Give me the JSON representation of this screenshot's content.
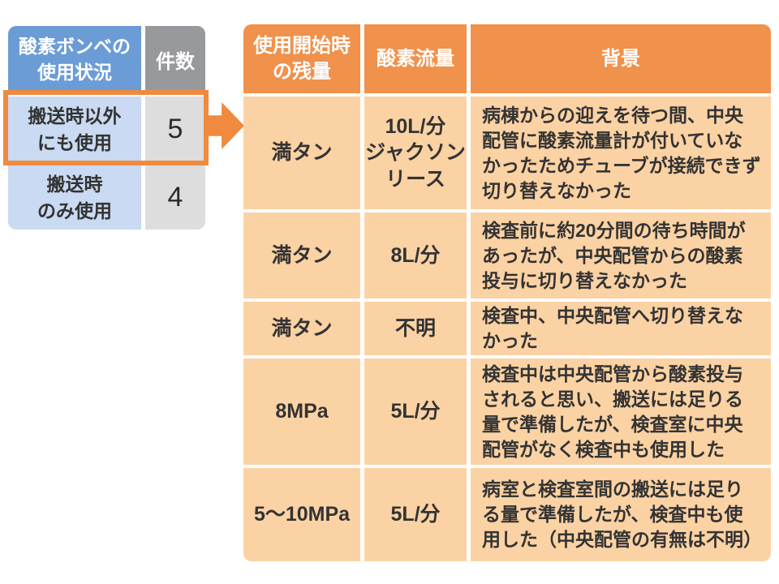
{
  "colors": {
    "blue_header": "#6B9CD6",
    "light_blue": "#C9DAF2",
    "gray_header": "#98999D",
    "light_gray": "#DDDDDE",
    "orange_header": "#F0914C",
    "orange_accent": "#F08A3E",
    "light_orange": "#FBD2A4",
    "text_dark": "#333333"
  },
  "left_table": {
    "header": {
      "usage_status": "酸素ボンベの\n使用状況",
      "count": "件数"
    },
    "rows": [
      {
        "usage": "搬送時以外\nにも使用",
        "count": "5",
        "highlighted": true
      },
      {
        "usage": "搬送時\nのみ使用",
        "count": "4",
        "highlighted": false
      }
    ]
  },
  "arrow": {
    "meaning": "points from highlighted row to detail table"
  },
  "right_table": {
    "headers": {
      "remaining": "使用開始時\nの残量",
      "flow": "酸素流量",
      "background": "背景"
    },
    "rows": [
      {
        "remaining": "満タン",
        "flow": "10L/分\nジャクソン\nリース",
        "background": "病棟からの迎えを待つ間、中央配管に酸素流量計が付いていなかったためチューブが接続できず切り替えなかった"
      },
      {
        "remaining": "満タン",
        "flow": "8L/分",
        "background": "検査前に約20分間の待ち時間があったが、中央配管からの酸素投与に切り替えなかった"
      },
      {
        "remaining": "満タン",
        "flow": "不明",
        "background": "検査中、中央配管へ切り替えなかった"
      },
      {
        "remaining": "8MPa",
        "flow": "5L/分",
        "background": "検査中は中央配管から酸素投与されると思い、搬送には足りる量で準備したが、検査室に中央配管がなく検査中も使用した"
      },
      {
        "remaining": "5～10MPa",
        "flow": "5L/分",
        "background": "病室と検査室間の搬送には足りる量で準備したが、検査中も使用した（中央配管の有無は不明）"
      }
    ]
  }
}
